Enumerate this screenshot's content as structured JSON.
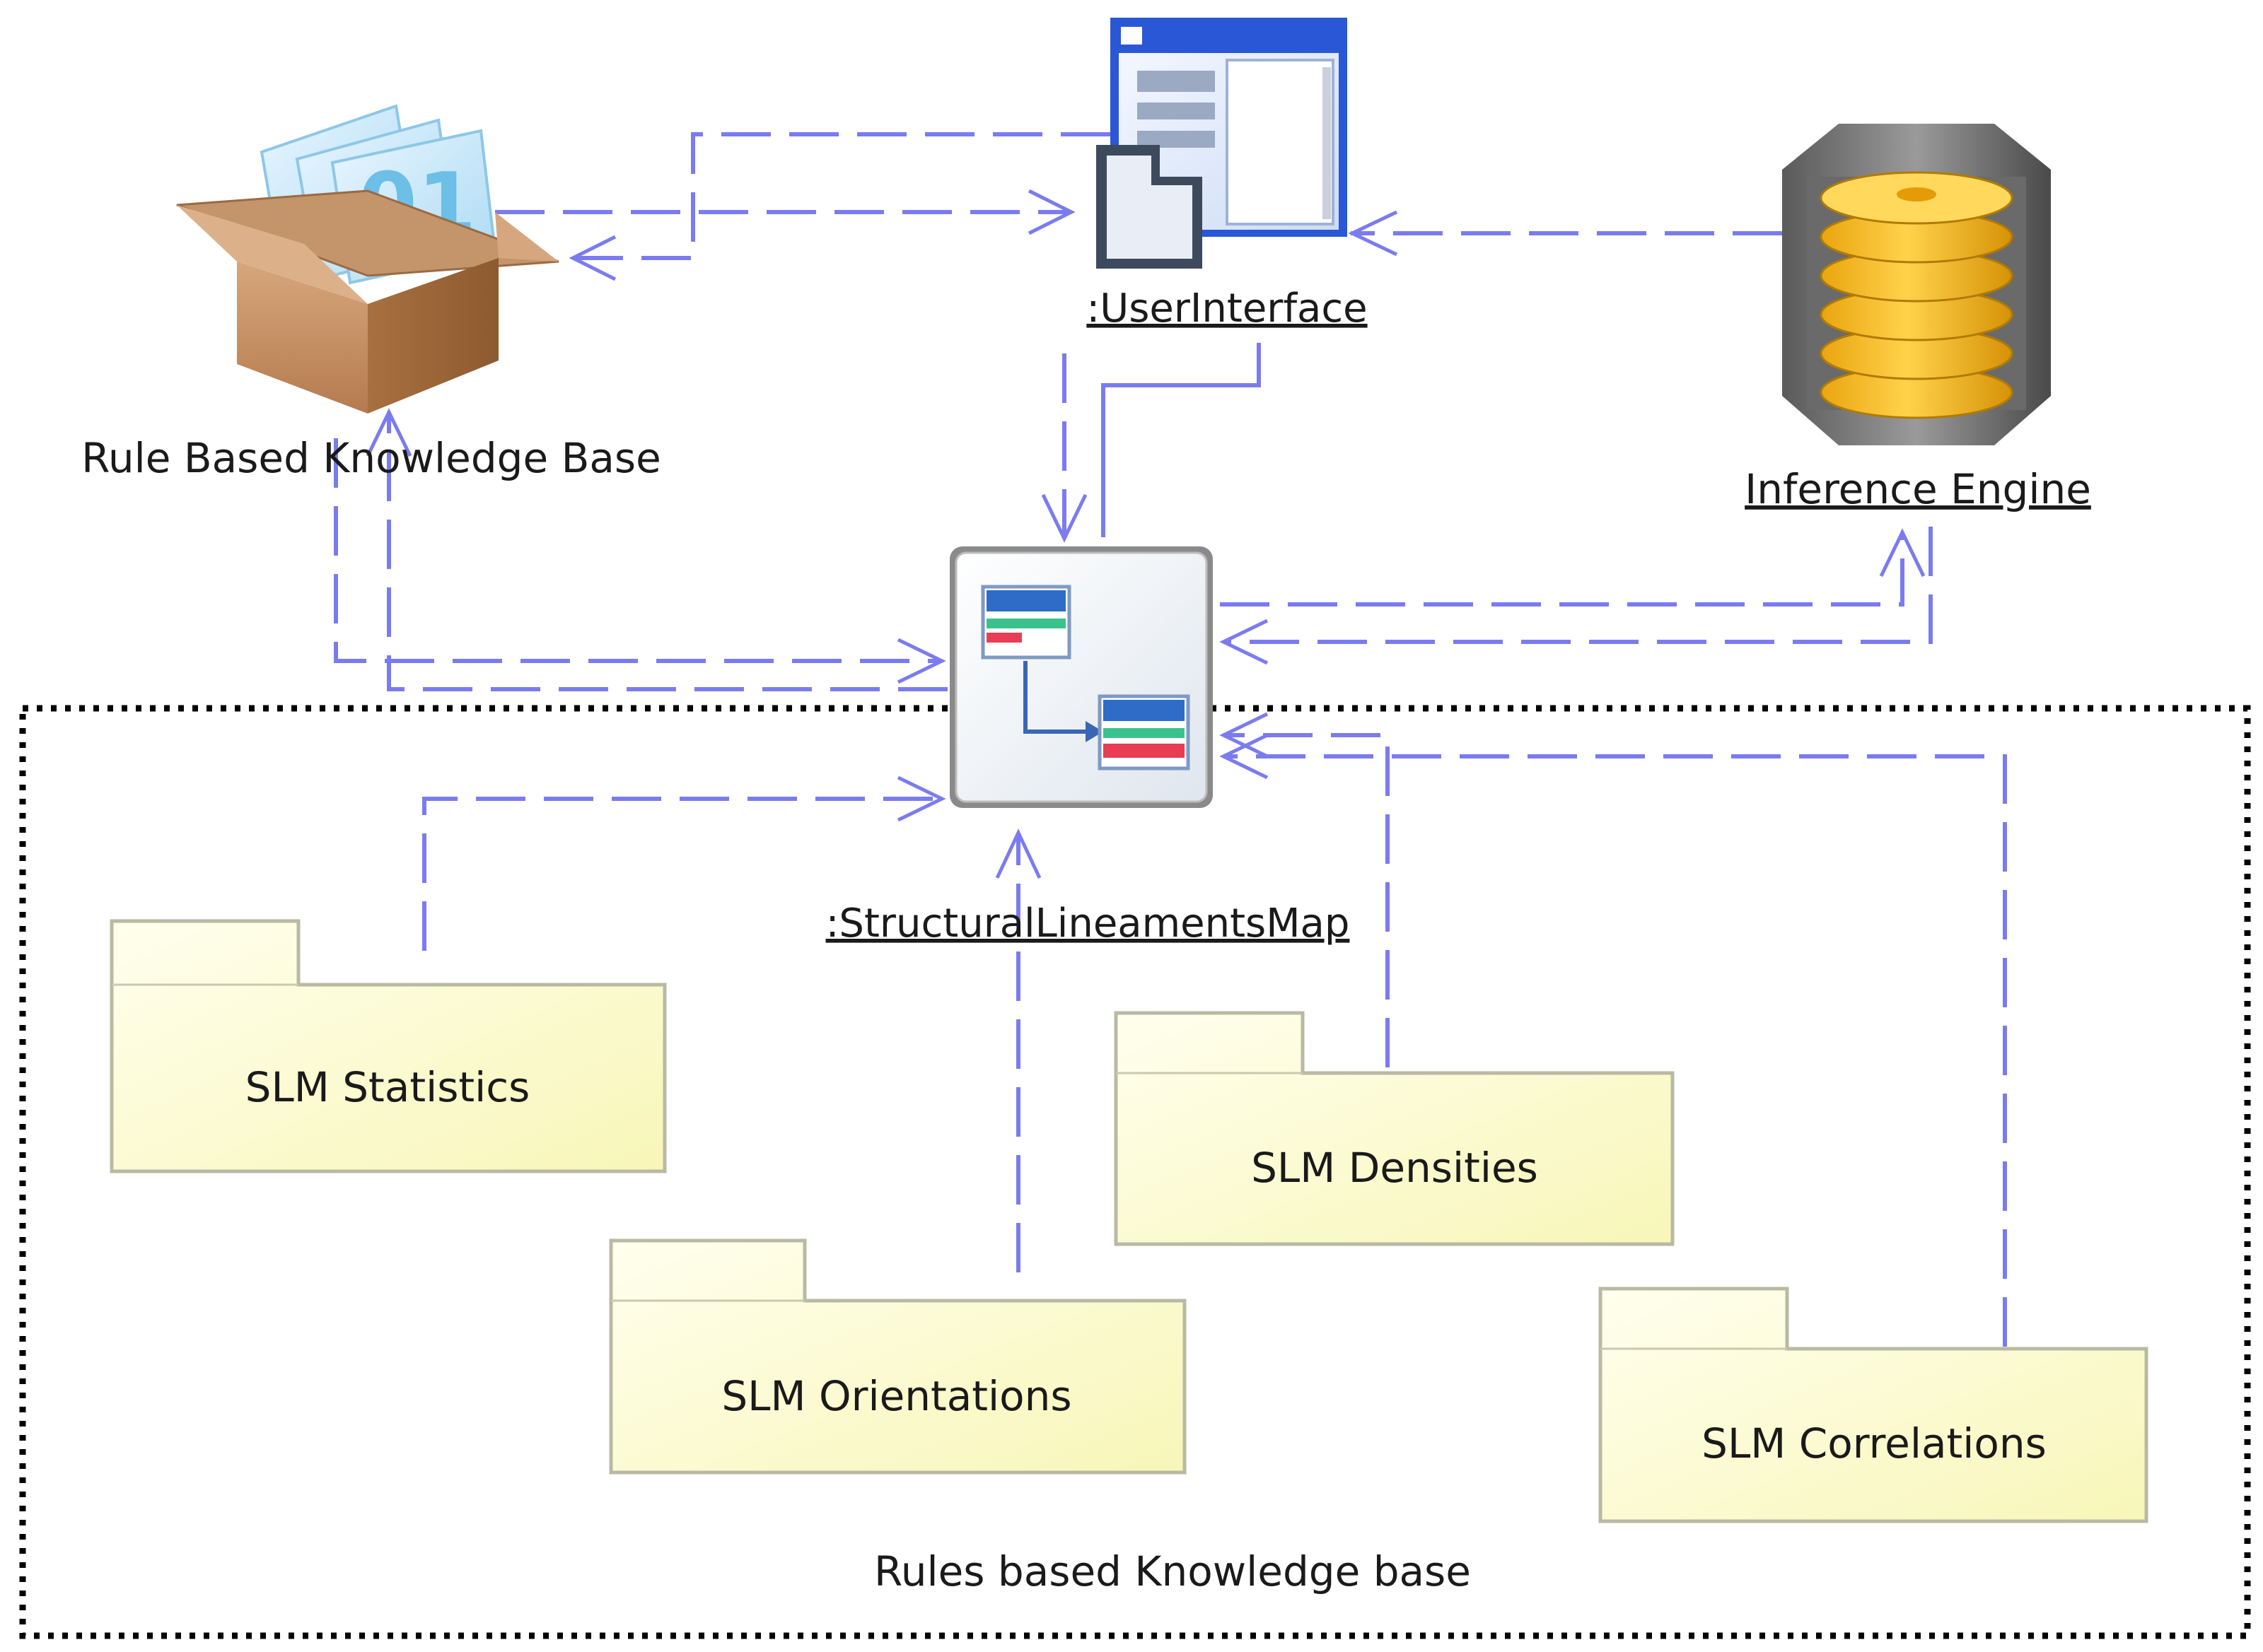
{
  "nodes": {
    "knowledge_base": {
      "label": "Rule Based Knowledge Base",
      "icon": "package-box-icon"
    },
    "user_interface": {
      "label": ":UserInterface",
      "icon": "window-form-icon"
    },
    "inference_engine": {
      "label": "Inference Engine",
      "icon": "database-cylinder-icon"
    },
    "slm_map": {
      "label": ":StructuralLineamentsMap",
      "icon": "data-flow-component-icon"
    }
  },
  "packages": {
    "statistics": "SLM Statistics",
    "orientations": "SLM Orientations",
    "densities": "SLM Densities",
    "correlations": "SLM Correlations"
  },
  "boundary": {
    "label": "Rules based Knowledge base"
  },
  "colors": {
    "connector": "#7b7bf0",
    "package_fill": "#fdfdc8",
    "package_border": "#b9b9a4",
    "boundary_border": "#000000"
  }
}
